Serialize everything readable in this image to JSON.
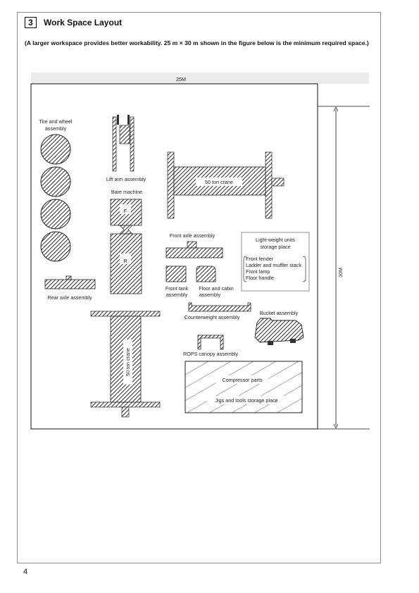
{
  "section": {
    "number": "3",
    "title": "Work Space Layout"
  },
  "intro_text": "(A larger workspace provides better workability. 25 m × 30 m shown in the figure below is the minimum required space.)",
  "diagram": {
    "width_dim": "25M",
    "height_dim": "30M",
    "labels": {
      "tire_wheel": [
        "Tire and wheel",
        "assembly"
      ],
      "lift_arm": "Lift arm assembly",
      "bare_machine": "Bare machine",
      "crane_top": "50 ton crane",
      "crane_vertical": "50 ton crane",
      "front_axle": "Front axle assembly",
      "light_weight": [
        "Light-weight units",
        "storage place"
      ],
      "light_items": [
        "Front fender",
        "Ladder and muffler stack",
        "Front lamp",
        "Floor handle"
      ],
      "rear_axle": "Rear axle assembly",
      "front_tank": [
        "Front tank",
        "assembly"
      ],
      "floor_cabin": [
        "Floor and cabin",
        "assembly"
      ],
      "counterweight": "Counterweight assembly",
      "bucket": "Bucket assembly",
      "rops": "ROPS canopy assembly",
      "compressor": "Compressor parts",
      "jigs": "Jigs and tools storage place",
      "frame_f": "F",
      "frame_r": "R"
    }
  },
  "page_number": "4"
}
